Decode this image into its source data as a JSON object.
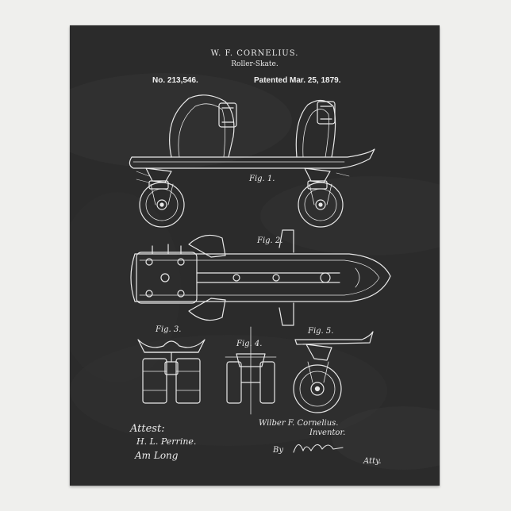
{
  "patent": {
    "inventor_header": "W. F. CORNELIUS.",
    "title": "Roller-Skate.",
    "number": "No. 213,546.",
    "patented": "Patented Mar. 25, 1879."
  },
  "figures": {
    "fig1": "Fig. 1.",
    "fig2": "Fig. 2.",
    "fig3": "Fig. 3.",
    "fig4": "Fig. 4.",
    "fig5": "Fig. 5."
  },
  "signatures": {
    "attest": "Attest:",
    "witness1": "H. L. Perrine.",
    "witness2": "Am Long",
    "inventor_name": "Wilber F. Cornelius.",
    "inventor_label": "Inventor.",
    "by": "By",
    "attorney_label": "Atty."
  },
  "colors": {
    "board": "#2b2b2b",
    "line": "#e8e8e8",
    "wall": "#efefed"
  }
}
